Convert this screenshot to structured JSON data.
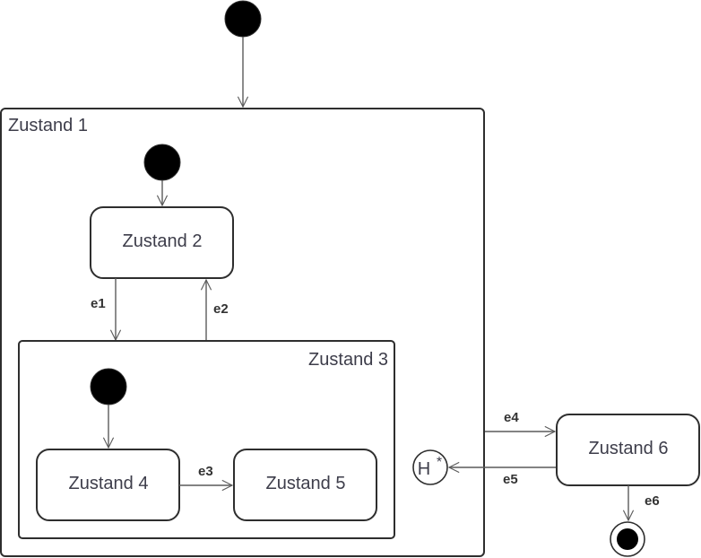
{
  "states": {
    "zustand1": "Zustand 1",
    "zustand2": "Zustand 2",
    "zustand3": "Zustand 3",
    "zustand4": "Zustand 4",
    "zustand5": "Zustand 5",
    "zustand6": "Zustand 6"
  },
  "history": {
    "letter": "H",
    "star": "*"
  },
  "transitions": {
    "e1": "e1",
    "e2": "e2",
    "e3": "e3",
    "e4": "e4",
    "e5": "e5",
    "e6": "e6"
  },
  "colors": {
    "stroke": "#2e2e2e",
    "text": "#3d3d4a",
    "node_fill": "#000000"
  }
}
